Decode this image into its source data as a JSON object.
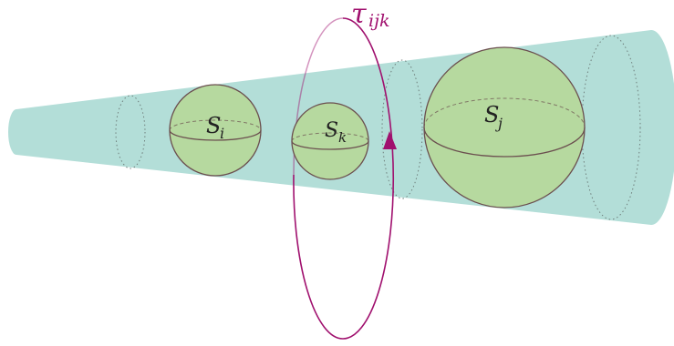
{
  "colors": {
    "cone": "#b3ded8",
    "sphere": "#b6d99f",
    "sphere_stroke": "#6b4f4f",
    "loop": "#a0106e",
    "dotted": "#6f7f7c"
  },
  "spheres": [
    {
      "id": "i",
      "label_main": "S",
      "label_sub": "i"
    },
    {
      "id": "k",
      "label_main": "S",
      "label_sub": "k"
    },
    {
      "id": "j",
      "label_main": "S",
      "label_sub": "j"
    }
  ],
  "loop": {
    "label_main": "τ",
    "label_sub": "ijk"
  }
}
